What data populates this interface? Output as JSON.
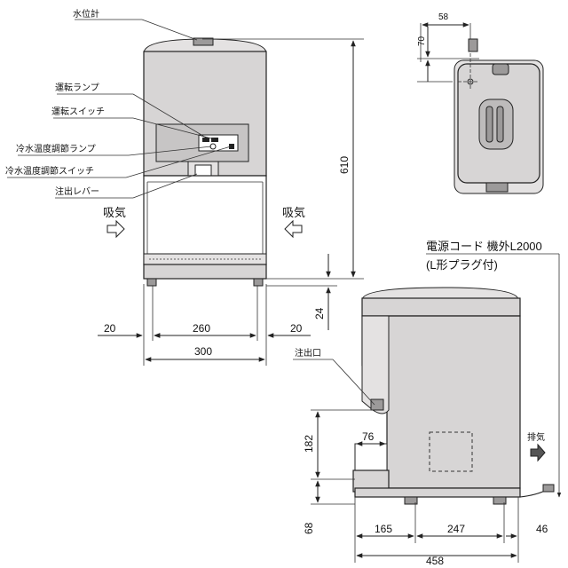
{
  "front_labels": {
    "water_gauge": "水位計",
    "run_lamp": "運転ランプ",
    "run_switch": "運転スイッチ",
    "temp_lamp": "冷水温度調節ランプ",
    "temp_switch": "冷水温度調節スイッチ",
    "lever": "注出レバー",
    "intake_left": "吸気",
    "intake_right": "吸気"
  },
  "front_dims": {
    "left_margin": "20",
    "inner_width": "260",
    "right_margin": "20",
    "total_width": "300",
    "height": "610",
    "foot": "24"
  },
  "top_dims": {
    "offset_x": "58",
    "offset_y": "70"
  },
  "side_labels": {
    "power_cord": "電源コード 機外L2000",
    "plug": "(L形プラグ付)",
    "spout": "注出口",
    "exhaust": "排気"
  },
  "side_dims": {
    "spout_height": "182",
    "spout_depth": "76",
    "base_height": "68",
    "front_part": "165",
    "middle_part": "247",
    "rear_part": "46",
    "total_depth": "458"
  }
}
